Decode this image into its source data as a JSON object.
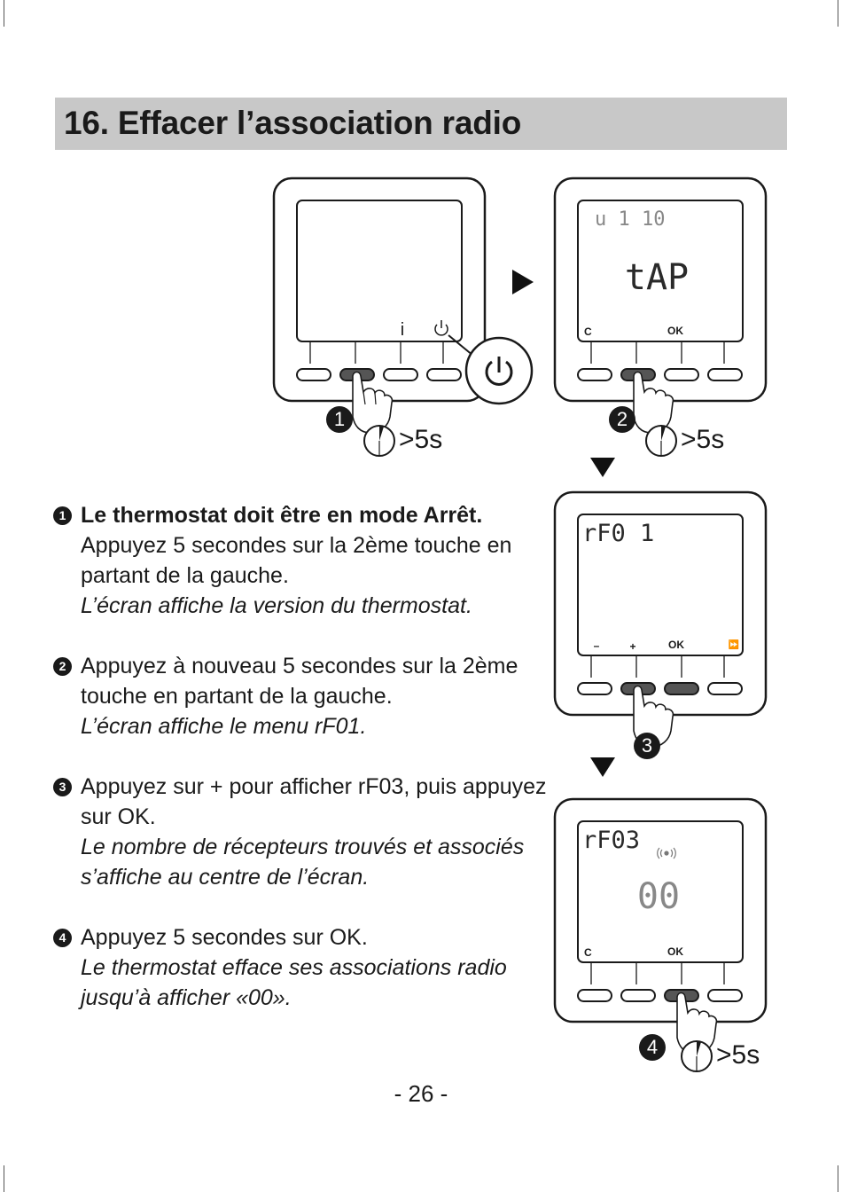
{
  "section": {
    "title": "16. Effacer l’association radio"
  },
  "figures": {
    "device1": {
      "screen_labels": {
        "info": "i"
      },
      "step_badge": "1",
      "duration": ">5s"
    },
    "device2": {
      "version": "u 1 10",
      "main": "tAP",
      "labels": {
        "c": "C",
        "ok": "OK"
      },
      "step_badge": "2",
      "duration": ">5s"
    },
    "device3": {
      "menu": "rF0 1",
      "labels": {
        "minus": "–",
        "plus": "+",
        "ok": "OK",
        "ff": "⏩"
      },
      "step_badge": "3"
    },
    "device4": {
      "menu": "rF03",
      "count": "00",
      "labels": {
        "c": "C",
        "ok": "OK"
      },
      "step_badge": "4",
      "duration": ">5s"
    }
  },
  "steps": [
    {
      "number": "1",
      "bold": "Le thermostat doit être en mode Arrêt.",
      "text": "Appuyez 5 secondes sur la 2ème touche en partant de la gauche.",
      "italic": "L’écran affiche la version du thermostat."
    },
    {
      "number": "2",
      "text": "Appuyez à nouveau 5 secondes sur la 2ème touche en partant de la gauche.",
      "italic": "L’écran affiche le menu rF01."
    },
    {
      "number": "3",
      "text": "Appuyez sur + pour afficher rF03, puis appuyez sur OK.",
      "italic": "Le nombre de récepteurs trouvés et associés s’affiche au centre de l’écran."
    },
    {
      "number": "4",
      "text": "Appuyez 5 secondes sur OK.",
      "italic": "Le thermostat efface ses associations radio jusqu’à afficher «00»."
    }
  ],
  "page_number": "- 26 -"
}
